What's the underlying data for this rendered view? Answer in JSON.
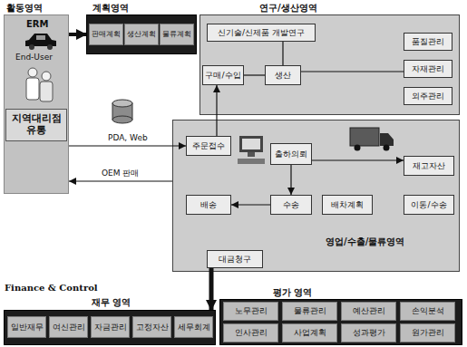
{
  "diagram": {
    "nodes": [
      {
        "text": [
          "활동영역",
          "ERM",
          "End-User"
        ]
      },
      {
        "text": [
          "지역대리점 유통"
        ],
        "in": 0
      },
      {
        "text": [
          "계획영역"
        ]
      },
      {
        "text": [
          "판매계획"
        ],
        "in": 2
      },
      {
        "text": [
          "생산계획"
        ],
        "in": 2
      },
      {
        "text": [
          "물류계획"
        ],
        "in": 2
      },
      {
        "text": [
          "연구/생산영역"
        ]
      },
      {
        "text": [
          "신기술/신제품 개발연구"
        ],
        "in": 6
      },
      {
        "text": [
          "구매/수입"
        ],
        "in": 6
      },
      {
        "text": [
          "생산"
        ],
        "in": 6
      },
      {
        "text": [
          "품질관리"
        ],
        "in": 6
      },
      {
        "text": [
          "자재관리"
        ],
        "in": 6
      },
      {
        "text": [
          "외주관리"
        ],
        "in": 6
      },
      {
        "text": [
          "영업/수출/물류영역"
        ]
      },
      {
        "text": [
          "주문접수"
        ],
        "in": 13
      },
      {
        "text": [
          "출하의뢰"
        ],
        "in": 13
      },
      {
        "text": [
          "재고자산"
        ],
        "in": 13
      },
      {
        "text": [
          "배송"
        ],
        "in": 13
      },
      {
        "text": [
          "수송"
        ],
        "in": 13
      },
      {
        "text": [
          "배차계획"
        ],
        "in": 13
      },
      {
        "text": [
          "이동/수송"
        ],
        "in": 13
      },
      {
        "text": [
          "대금청구"
        ],
        "in": 13
      },
      {
        "text": [
          "재무 영역"
        ]
      },
      {
        "text": [
          "일반재무"
        ],
        "in": 22
      },
      {
        "text": [
          "여신관리"
        ],
        "in": 22
      },
      {
        "text": [
          "자금관리"
        ],
        "in": 22
      },
      {
        "text": [
          "고정자산"
        ],
        "in": 22
      },
      {
        "text": [
          "세무회계"
        ],
        "in": 22
      },
      {
        "text": [
          "평가 영역"
        ]
      },
      {
        "text": [
          "노무관리"
        ],
        "in": 28
      },
      {
        "text": [
          "물류관리"
        ],
        "in": 28
      },
      {
        "text": [
          "예산관리"
        ],
        "in": 28
      },
      {
        "text": [
          "손익분석"
        ],
        "in": 28
      },
      {
        "text": [
          "인사관리"
        ],
        "in": 28
      },
      {
        "text": [
          "사업계획"
        ],
        "in": 28
      },
      {
        "text": [
          "성과평가"
        ],
        "in": 28
      },
      {
        "text": [
          "원가관리"
        ],
        "in": 28
      }
    ],
    "edges": [
      {
        "from": 0,
        "to": 2,
        "arrow": "to"
      },
      {
        "from": 0,
        "to": 14,
        "label": "PDA, Web",
        "arrow": "to"
      },
      {
        "from": 13,
        "to": 0,
        "label": "OEM 판매",
        "arrow": "to"
      },
      {
        "from": 21,
        "to": 22,
        "arrow": "to"
      },
      {
        "from": 7,
        "to": 9,
        "arrow": "none"
      },
      {
        "from": 8,
        "to": 9,
        "arrow": "none"
      },
      {
        "from": 9,
        "to": 11,
        "arrow": "none"
      },
      {
        "from": 14,
        "to": 8,
        "arrow": "to"
      },
      {
        "from": 15,
        "to": 16,
        "arrow": "to"
      },
      {
        "from": 15,
        "to": 18,
        "arrow": "to"
      },
      {
        "from": 18,
        "to": 17,
        "arrow": "to"
      }
    ],
    "labels": [
      "Finance & Control"
    ]
  }
}
